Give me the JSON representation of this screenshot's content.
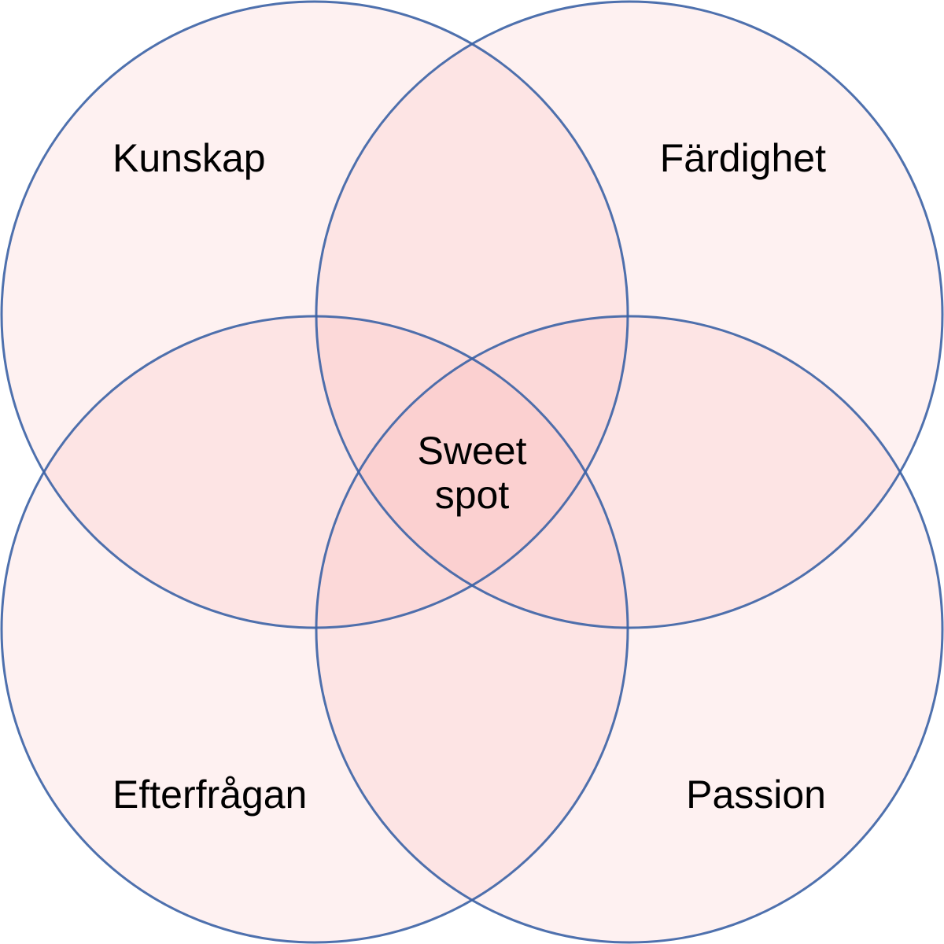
{
  "diagram": {
    "sets": [
      {
        "label": "Kunskap"
      },
      {
        "label": "Färdighet"
      },
      {
        "label": "Efterfrågan"
      },
      {
        "label": "Passion"
      }
    ],
    "center": {
      "line1": "Sweet",
      "line2": "spot"
    },
    "colors": {
      "fill": "#fb9090",
      "stroke": "#3b62a5",
      "background": "#ffffff"
    }
  }
}
